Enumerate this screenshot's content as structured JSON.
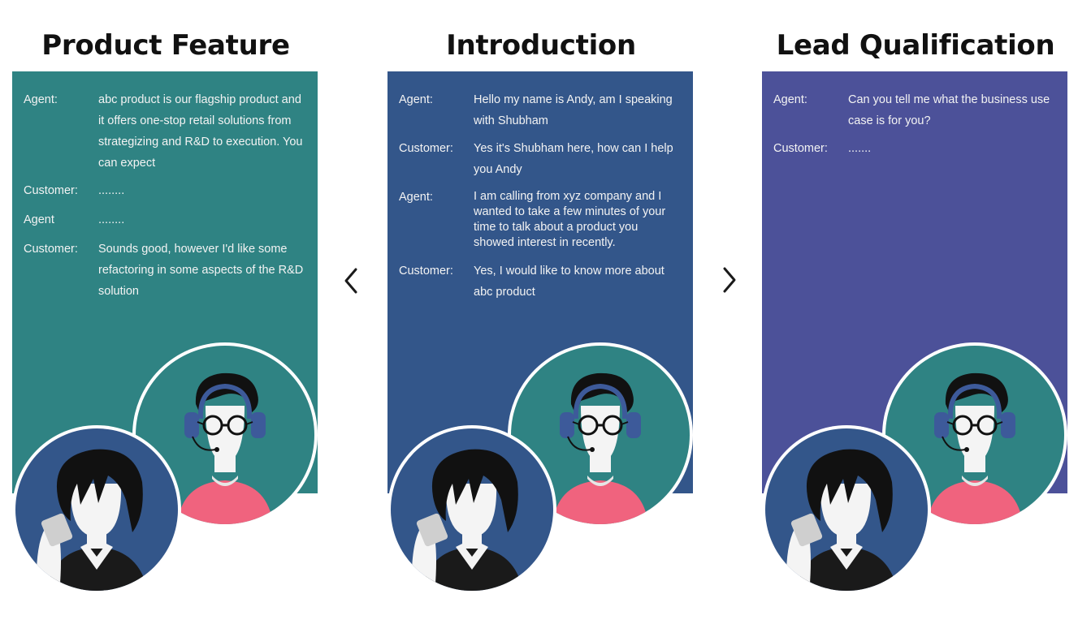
{
  "panels": [
    {
      "title": "Product Feature",
      "color": "#2f8383",
      "lines": [
        {
          "speaker": "Agent:",
          "text": "abc product is our flagship product and it offers one-stop retail solutions from strategizing and R&D to execution. You can expect"
        },
        {
          "speaker": "Customer:",
          "text": "........"
        },
        {
          "speaker": "Agent",
          "text": "........"
        },
        {
          "speaker": "Customer:",
          "text": "Sounds good, however I'd like some refactoring in some aspects of the R&D solution"
        }
      ]
    },
    {
      "title": "Introduction",
      "color": "#33568a",
      "lines": [
        {
          "speaker": "Agent:",
          "text": "Hello my name is Andy, am I speaking with Shubham"
        },
        {
          "speaker": "Customer:",
          "text": "Yes it's Shubham here, how can I help you Andy"
        },
        {
          "speaker": "Agent:",
          "text": "I am calling from xyz company and  I wanted to take a few minutes of your time to talk about a product you showed interest in recently."
        },
        {
          "speaker": "Customer:",
          "text": "Yes, I would like to know more about abc product"
        }
      ]
    },
    {
      "title": "Lead Qualification",
      "color": "#4c5199",
      "lines": [
        {
          "speaker": "Agent:",
          "text": "Can you tell me what the business use case is for you?"
        },
        {
          "speaker": "Customer:",
          "text": "......."
        }
      ]
    }
  ],
  "navigation": {
    "prev_icon": "chevron-left-icon",
    "next_icon": "chevron-right-icon"
  },
  "colors": {
    "agent_circle": "#2f8383",
    "customer_circle": "#33568a",
    "headset": "#3d5a9a",
    "shirt": "#f0637e"
  }
}
